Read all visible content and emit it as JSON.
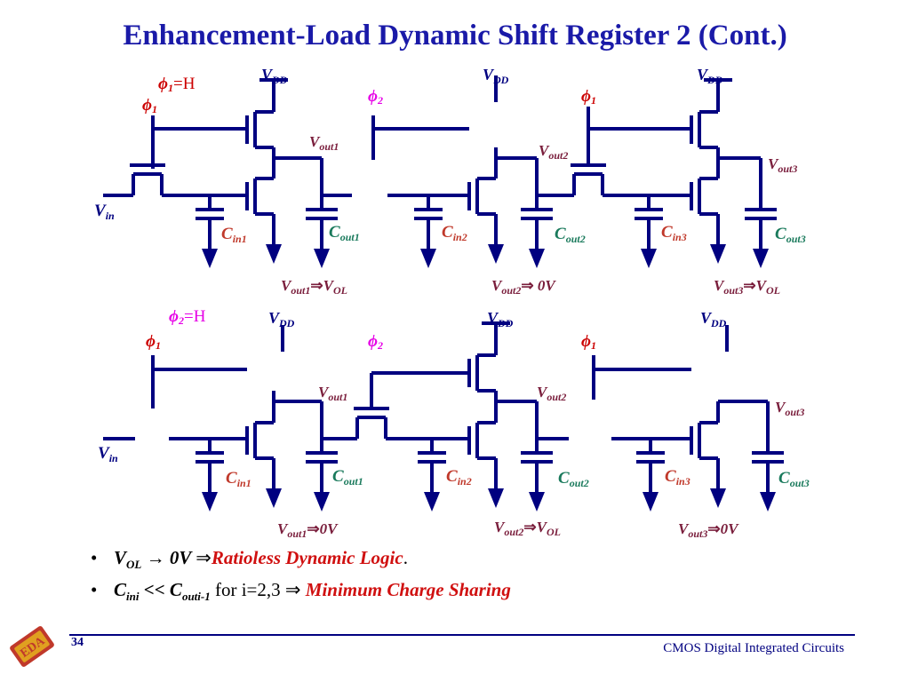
{
  "title": {
    "main": "Enhancement-Load Dynamic Shift Register 2",
    "suffix": "(Cont.)"
  },
  "top": {
    "phi_state": "=H",
    "vdd": [
      "V",
      "DD"
    ],
    "vout1": "out1",
    "vout2": "out2",
    "vout3": "out3",
    "vin": "in",
    "res1": {
      "sub": "out1",
      "arrow": "⇒",
      "rhs": "V",
      "rhs_sub": "OL"
    },
    "res2": {
      "sub": "out2",
      "arrow": "⇒",
      "rhs": " 0V",
      "rhs_sub": ""
    },
    "res3": {
      "sub": "out3",
      "arrow": "⇒",
      "rhs": "V",
      "rhs_sub": "OL"
    }
  },
  "bottom": {
    "phi_state": "=H",
    "res1": {
      "sub": "out1",
      "arrow": "⇒",
      "rhs": "0V",
      "rhs_sub": ""
    },
    "res2": {
      "sub": "out2",
      "arrow": "⇒",
      "rhs": "V",
      "rhs_sub": "OL"
    },
    "res3": {
      "sub": "out3",
      "arrow": "⇒",
      "rhs": "0V",
      "rhs_sub": ""
    }
  },
  "labels": {
    "phi": "ϕ",
    "one": "1",
    "two": "2",
    "V": "V",
    "C": "C",
    "in1": "in1",
    "in2": "in2",
    "in3": "in3",
    "out1": "out1",
    "out2": "out2",
    "out3": "out3"
  },
  "bullets": [
    {
      "a": "V",
      "a_sub": "OL",
      "b": " → 0V ",
      "arrow": "⇒",
      "red": "Ratioless Dynamic Logic",
      "end": "."
    },
    {
      "a": "C",
      "a_sub": "ini",
      "b": " << C",
      "b_sub": "outi-1",
      "plain": " for i=2,3 ",
      "arrow": "⇒",
      "red": " Minimum Charge Sharing"
    }
  ],
  "footer": {
    "page": "34",
    "course": "CMOS Digital Integrated Circuits",
    "logo_text": "EDA"
  },
  "colors": {
    "title": "#1a1aa8",
    "wire": "#000080",
    "phi1": "#cc0000",
    "phi2": "#e600e6",
    "cin": "#c0392b",
    "cout": "#1a7a5c",
    "vout": "#7a1e3c"
  }
}
